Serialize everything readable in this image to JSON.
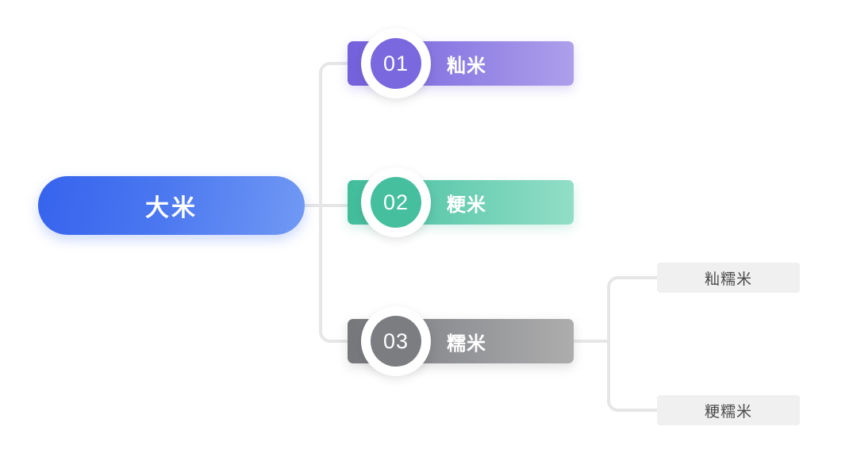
{
  "diagram": {
    "type": "mind-map-tree",
    "title": "大米",
    "root": {
      "label": "大米",
      "color": "#3A69EE",
      "gradient_to": "#7199F4"
    },
    "branches": [
      {
        "number": "01",
        "label": "籼米",
        "color": "#7360DC",
        "gradient_to": "#AE9FEB",
        "children": []
      },
      {
        "number": "02",
        "label": "粳米",
        "color": "#41BD9A",
        "gradient_to": "#92DEC6",
        "children": []
      },
      {
        "number": "03",
        "label": "糯米",
        "color": "#76777B",
        "gradient_to": "#ADADAD",
        "children": [
          {
            "label": "籼糯米",
            "color": "#F0F0F1"
          },
          {
            "label": "粳糯米",
            "color": "#F0F0F1"
          }
        ]
      }
    ],
    "connector_color": "#E6E6E6"
  }
}
